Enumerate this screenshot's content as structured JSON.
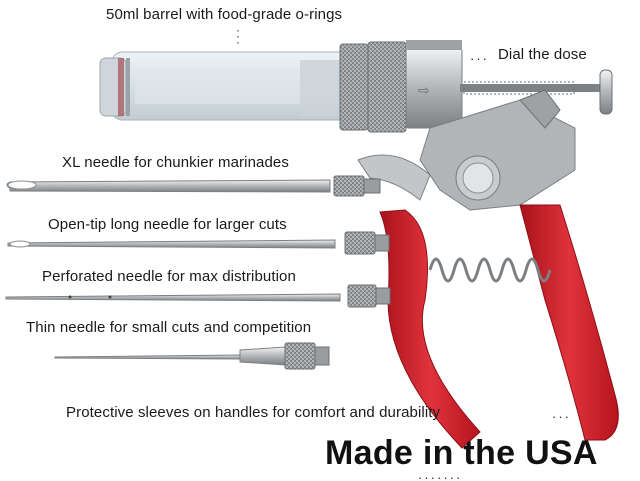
{
  "labels": {
    "barrel": "50ml barrel with food-grade o-rings",
    "dial": "Dial the dose",
    "xl_needle": "XL needle for chunkier marinades",
    "open_tip": "Open-tip long needle for larger cuts",
    "perforated": "Perforated needle for max distribution",
    "thin": "Thin needle for small cuts and competition",
    "sleeves": "Protective sleeves on handles for comfort and durability"
  },
  "headline": "Made in the USA",
  "colors": {
    "handle_red": "#d8202b",
    "metal": "#b9bcbf",
    "text": "#1a1a1a"
  }
}
